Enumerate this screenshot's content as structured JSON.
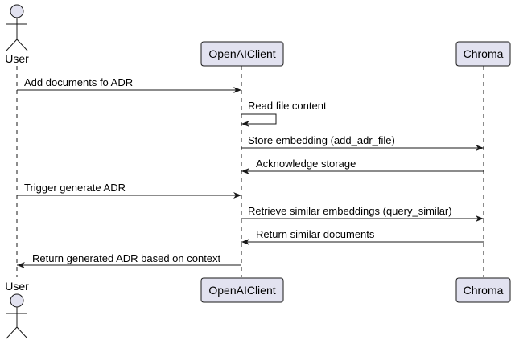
{
  "diagram": {
    "type": "sequence",
    "colors": {
      "participant_fill": "#E2E2F0",
      "participant_stroke": "#181818",
      "lifeline": "#181818",
      "arrow": "#181818"
    },
    "participants": [
      {
        "id": "user",
        "label": "User",
        "kind": "actor"
      },
      {
        "id": "openai",
        "label": "OpenAIClient",
        "kind": "participant"
      },
      {
        "id": "chroma",
        "label": "Chroma",
        "kind": "participant"
      }
    ],
    "messages": [
      {
        "from": "user",
        "to": "openai",
        "label": "Add documents fo ADR"
      },
      {
        "from": "openai",
        "to": "openai",
        "label": "Read file content"
      },
      {
        "from": "openai",
        "to": "chroma",
        "label": "Store embedding (add_adr_file)"
      },
      {
        "from": "chroma",
        "to": "openai",
        "label": "Acknowledge storage"
      },
      {
        "from": "user",
        "to": "openai",
        "label": "Trigger generate ADR"
      },
      {
        "from": "openai",
        "to": "chroma",
        "label": "Retrieve similar embeddings (query_similar)"
      },
      {
        "from": "chroma",
        "to": "openai",
        "label": "Return similar documents"
      },
      {
        "from": "openai",
        "to": "user",
        "label": "Return generated ADR based on context"
      }
    ]
  }
}
